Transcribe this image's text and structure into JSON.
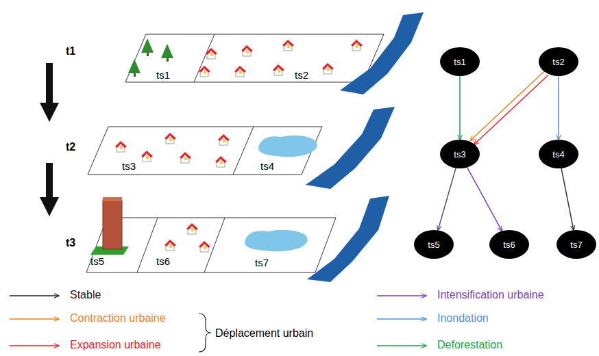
{
  "diagram": {
    "nodes": [
      {
        "text": [
          "ts1"
        ]
      },
      {
        "text": [
          "ts2"
        ]
      },
      {
        "text": [
          "ts3"
        ]
      },
      {
        "text": [
          "ts4"
        ]
      },
      {
        "text": [
          "ts5"
        ]
      },
      {
        "text": [
          "ts6"
        ]
      },
      {
        "text": [
          "ts7"
        ]
      }
    ],
    "edges": [
      {
        "from": 0,
        "to": 2,
        "arrow": "to"
      },
      {
        "from": 1,
        "to": 2,
        "arrow": "to"
      },
      {
        "from": 1,
        "to": 2,
        "arrow": "to"
      },
      {
        "from": 1,
        "to": 3,
        "arrow": "to"
      },
      {
        "from": 2,
        "to": 4,
        "arrow": "to"
      },
      {
        "from": 2,
        "to": 5,
        "arrow": "to"
      },
      {
        "from": 3,
        "to": 6,
        "arrow": "to"
      }
    ],
    "labels": [
      "t1",
      "t2",
      "t3",
      "ts1",
      "ts2",
      "ts3",
      "ts4",
      "ts5",
      "ts6",
      "ts7",
      "Déplacement urbain"
    ],
    "legend": [
      {
        "text": "Stable"
      },
      {
        "text": "Contraction urbaine"
      },
      {
        "text": "Expansion urbaine"
      },
      {
        "text": "Intensification urbaine"
      },
      {
        "text": "Inondation"
      },
      {
        "text": "Deforestation"
      }
    ]
  }
}
